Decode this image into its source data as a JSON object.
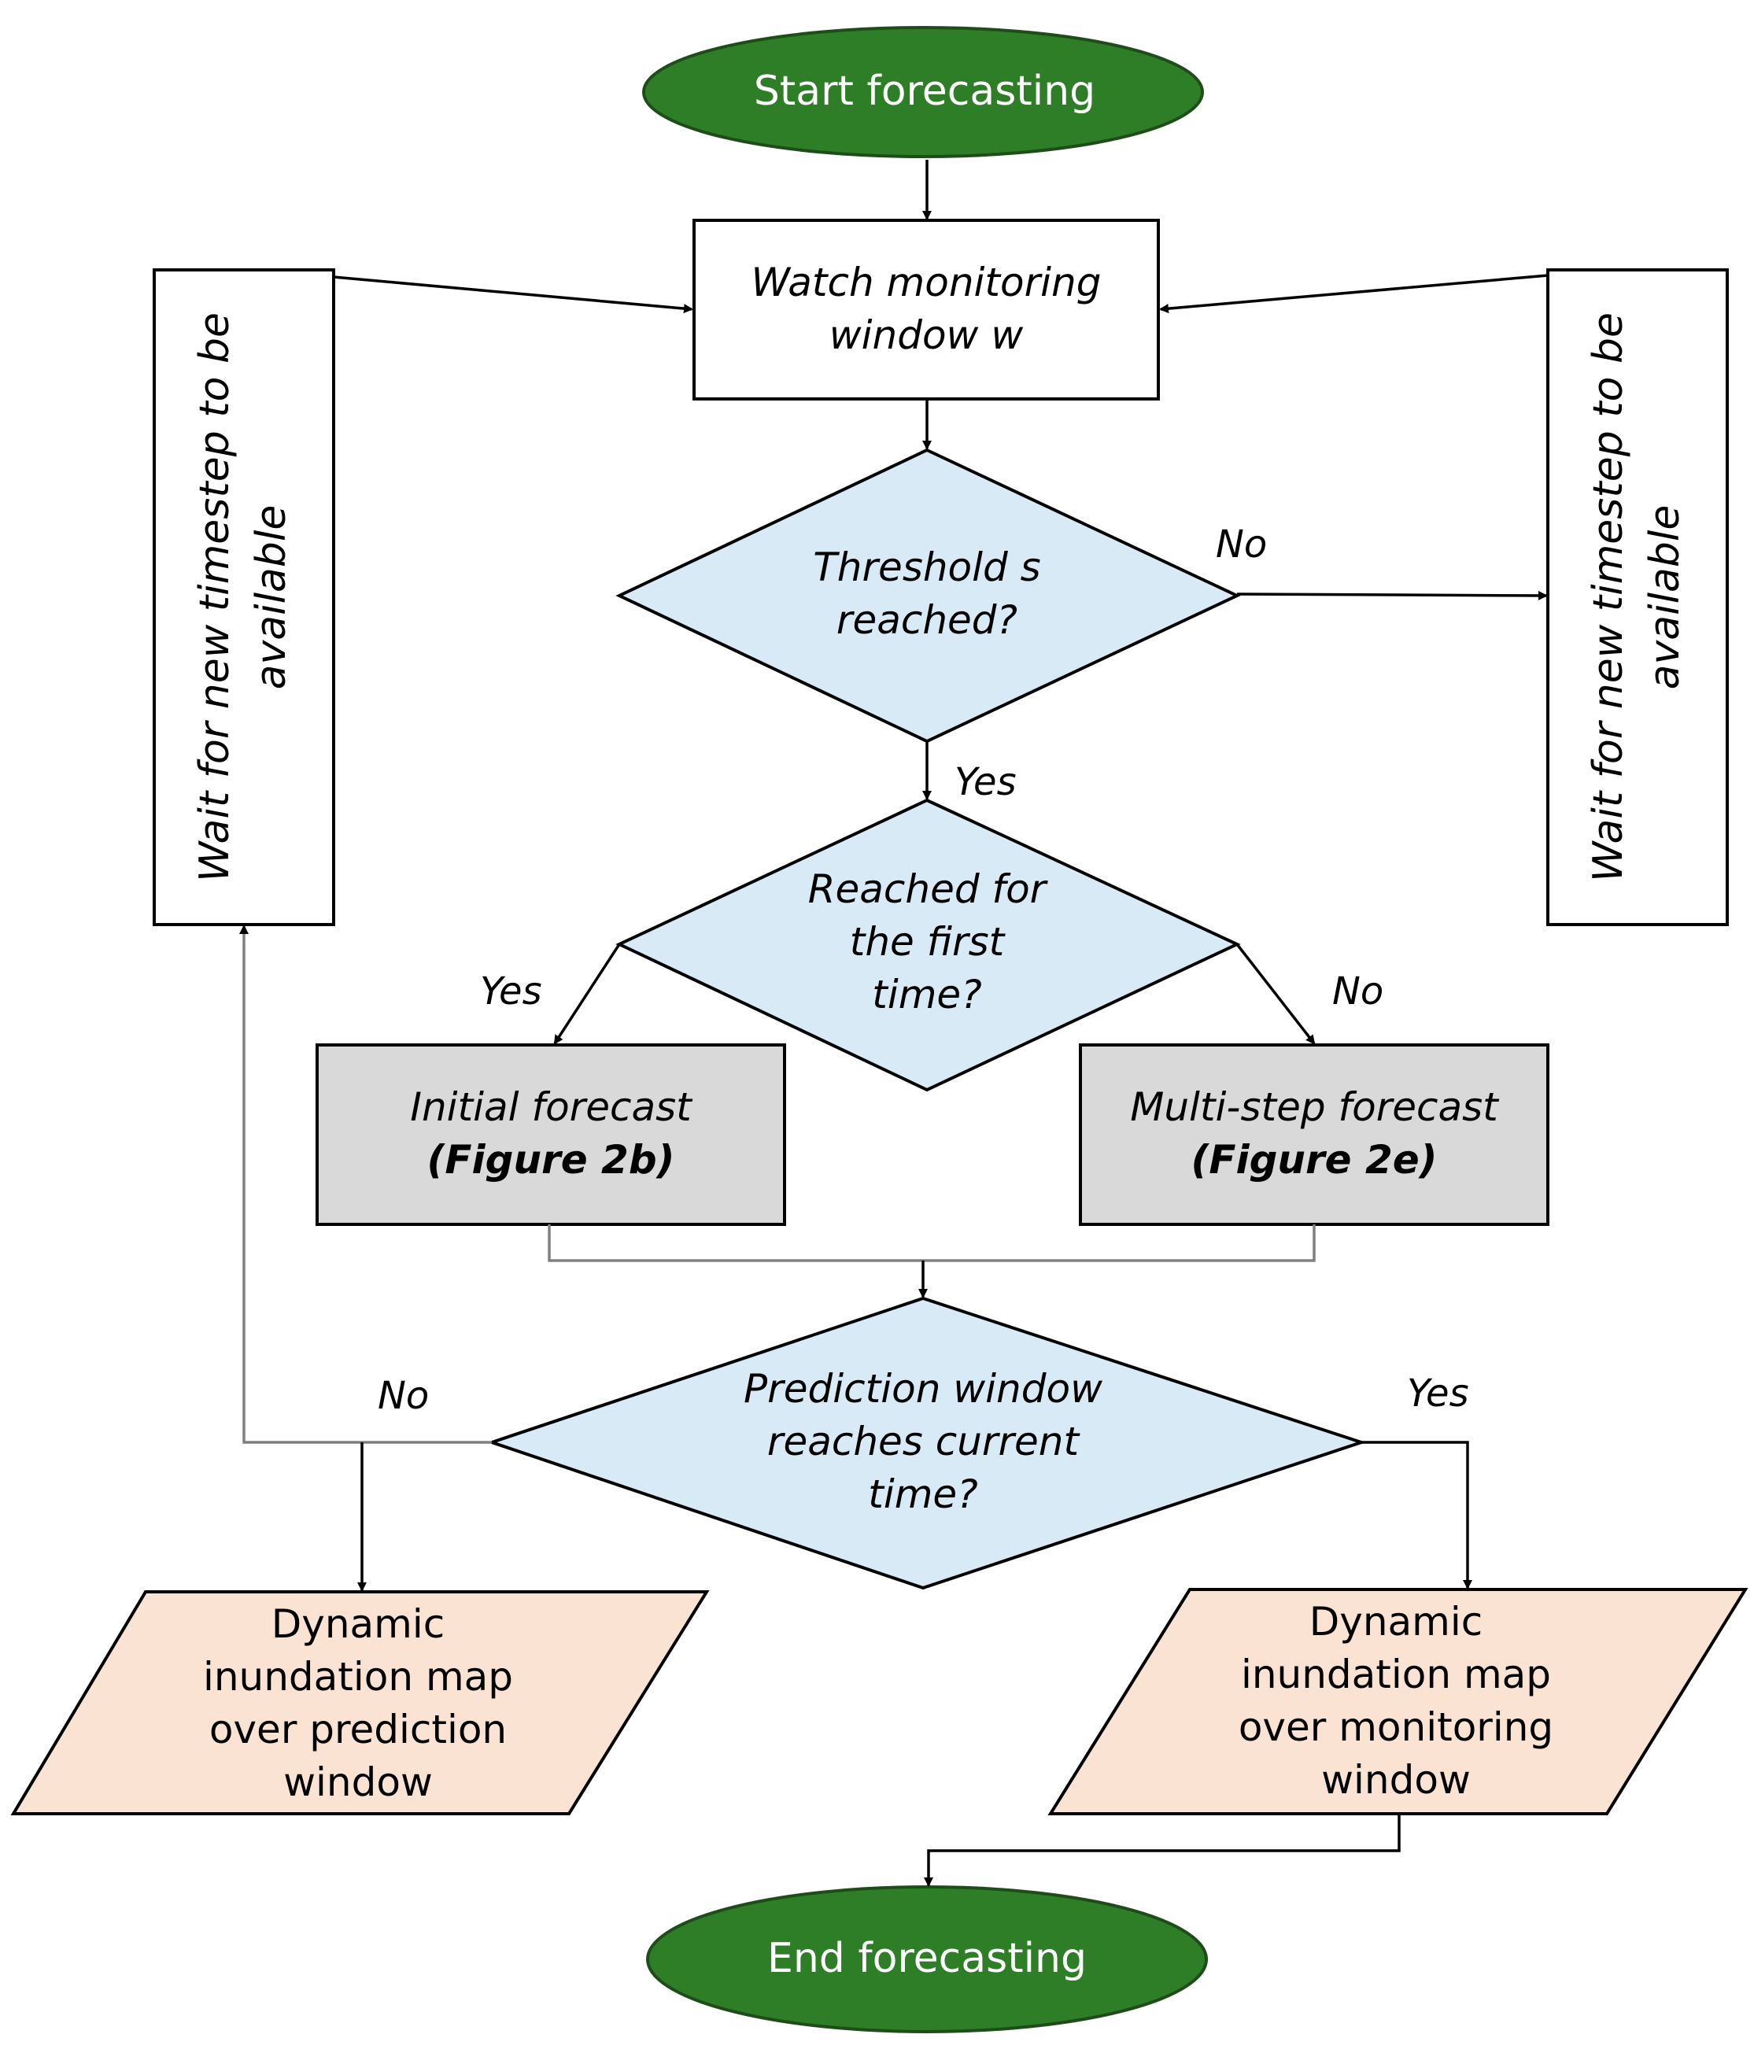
{
  "colors": {
    "terminal_fill": "#2e7d27",
    "decision_fill": "#d9eaf7",
    "process_gray": "#d9d9d9",
    "output_fill": "#fbe3d3",
    "stroke": "#000000"
  },
  "nodes": {
    "start": "Start forecasting",
    "watch": {
      "line1": "Watch monitoring",
      "line2": "window w"
    },
    "wait_left": {
      "line1": "Wait for new timestep to be",
      "line2": "available"
    },
    "wait_right": {
      "line1": "Wait for new timestep to be",
      "line2": "available"
    },
    "threshold": {
      "line1": "Threshold s",
      "line2": "reached?"
    },
    "first_time": {
      "line1": "Reached for",
      "line2": "the first",
      "line3": "time?"
    },
    "initial": {
      "line1": "Initial forecast",
      "line2": "(Figure 2b)"
    },
    "multistep": {
      "line1": "Multi-step forecast",
      "line2": "(Figure 2e)"
    },
    "prediction": {
      "line1": "Prediction window",
      "line2": "reaches current",
      "line3": "time?"
    },
    "map_prediction": {
      "line1": "Dynamic",
      "line2": "inundation map",
      "line3": "over prediction",
      "line4": "window"
    },
    "map_monitoring": {
      "line1": "Dynamic",
      "line2": "inundation map",
      "line3": "over monitoring",
      "line4": "window"
    },
    "end": "End forecasting"
  },
  "edges": {
    "threshold_no": "No",
    "threshold_yes": "Yes",
    "first_yes": "Yes",
    "first_no": "No",
    "prediction_no": "No",
    "prediction_yes": "Yes"
  }
}
